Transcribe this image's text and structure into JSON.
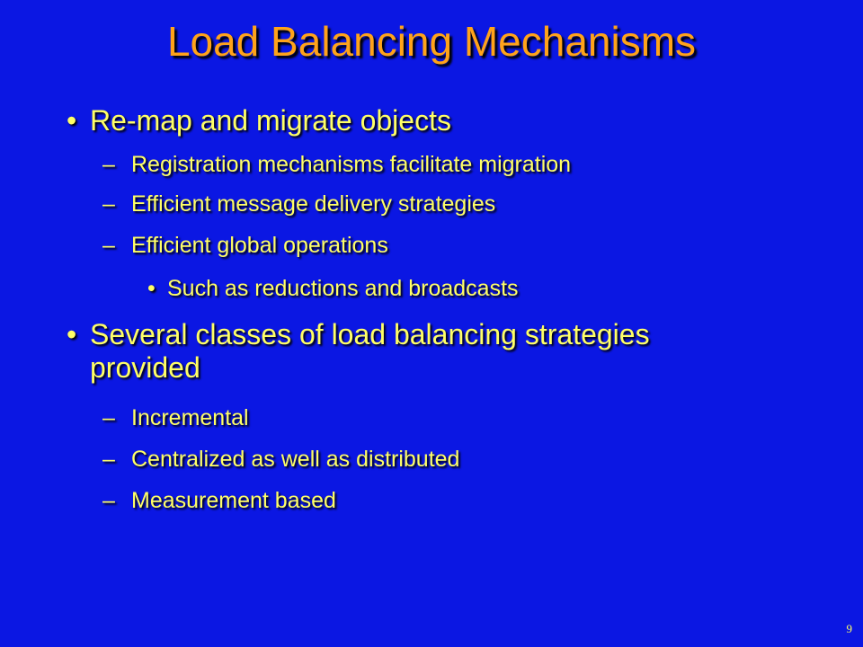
{
  "slide": {
    "title": "Load Balancing Mechanisms",
    "page_number": "9",
    "bullet_glyph": "•",
    "dash_glyph": "–",
    "items": [
      {
        "level": 1,
        "text": "Re-map and migrate objects"
      },
      {
        "level": 2,
        "text": "Registration mechanisms facilitate migration"
      },
      {
        "level": 2,
        "text": "Efficient message delivery strategies"
      },
      {
        "level": 2,
        "text": "Efficient global operations"
      },
      {
        "level": 3,
        "text": "Such as reductions and broadcasts"
      },
      {
        "level": 1,
        "text": "Several classes of load balancing strategies provided"
      },
      {
        "level": 2,
        "text": "Incremental"
      },
      {
        "level": 2,
        "text": "Centralized as well as distributed"
      },
      {
        "level": 2,
        "text": "Measurement based"
      }
    ],
    "colors": {
      "background": "#0b17e3",
      "title": "#ffa31a",
      "body_text": "#ffff66"
    }
  }
}
